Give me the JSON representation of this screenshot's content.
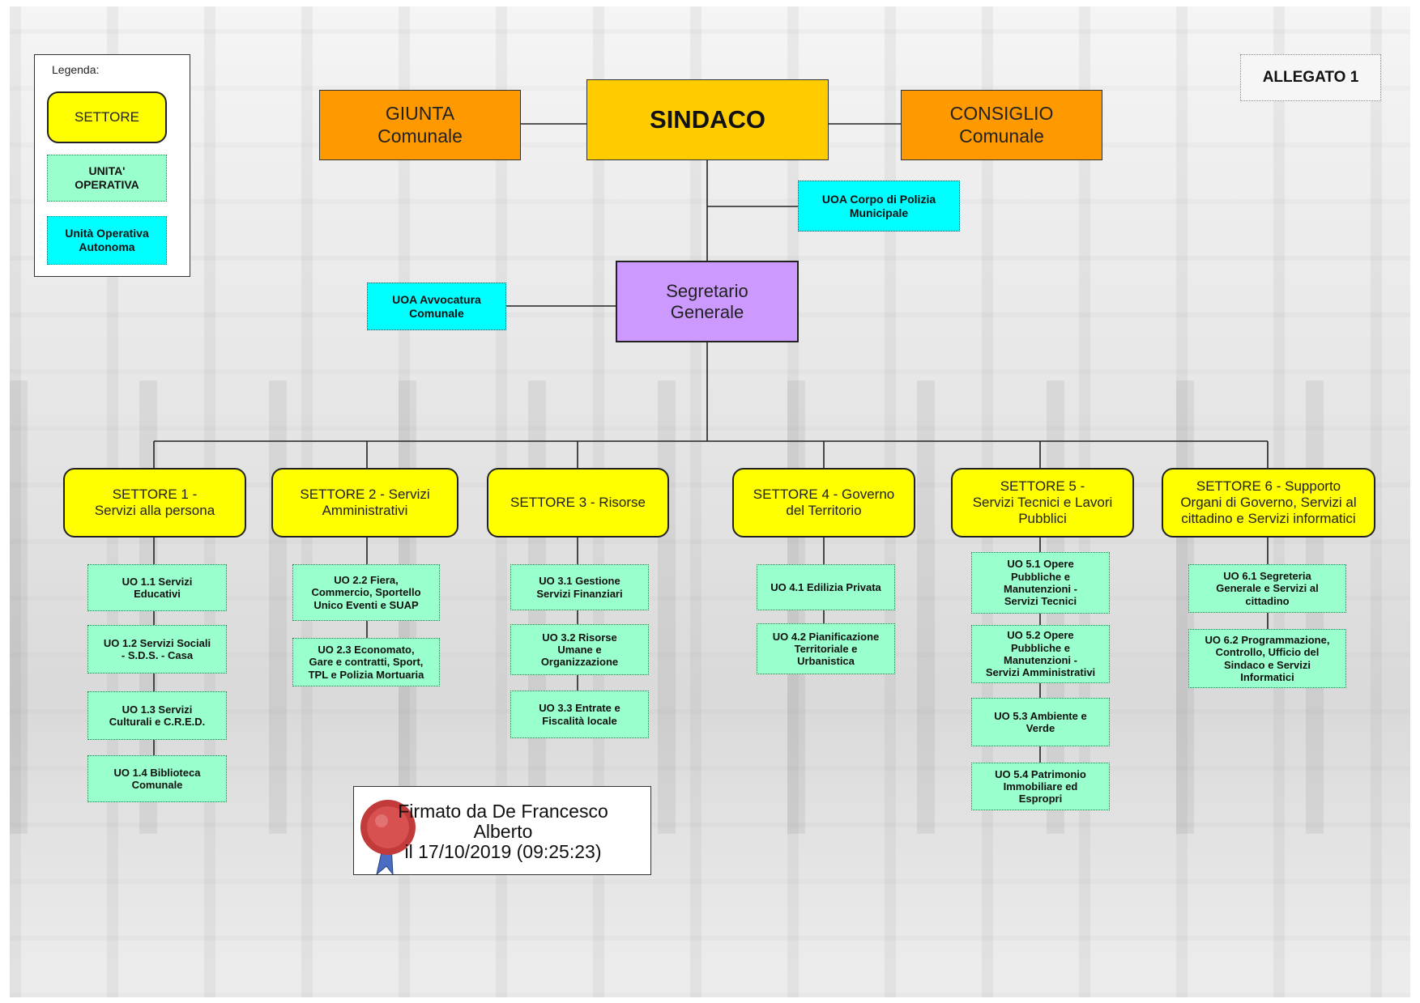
{
  "legend": {
    "title": "Legenda:",
    "settore": "SETTORE",
    "unita_operativa": "UNITA'\nOPERATIVA",
    "unita_autonoma": "Unità Operativa\nAutonoma"
  },
  "allegato": "ALLEGATO 1",
  "top": {
    "giunta": "GIUNTA\nComunale",
    "sindaco": "SINDACO",
    "consiglio": "CONSIGLIO\nComunale",
    "uoa_polizia": "UOA Corpo di Polizia\nMunicipale",
    "segretario": "Segretario\nGenerale",
    "uoa_avvocatura": "UOA Avvocatura\nComunale"
  },
  "settori": [
    {
      "label": "SETTORE 1 -\nServizi alla persona",
      "uo": [
        "UO 1.1 Servizi\nEducativi",
        "UO 1.2 Servizi Sociali\n- S.D.S. - Casa",
        "UO 1.3 Servizi\nCulturali e C.R.E.D.",
        "UO 1.4 Biblioteca\nComunale"
      ]
    },
    {
      "label": "SETTORE 2 - Servizi\nAmministrativi",
      "uo": [
        "UO 2.2 Fiera,\nCommercio, Sportello\nUnico Eventi e SUAP",
        "UO 2.3 Economato,\nGare e contratti, Sport,\nTPL e Polizia Mortuaria"
      ]
    },
    {
      "label": "SETTORE 3 - Risorse",
      "uo": [
        "UO 3.1 Gestione\nServizi Finanziari",
        "UO 3.2 Risorse\nUmane e\nOrganizzazione",
        "UO 3.3 Entrate e\nFiscalità locale"
      ]
    },
    {
      "label": "SETTORE 4 - Governo\ndel Territorio",
      "uo": [
        "UO 4.1 Edilizia Privata",
        "UO 4.2 Pianificazione\nTerritoriale e\nUrbanistica"
      ]
    },
    {
      "label": "SETTORE 5 -\nServizi Tecnici e Lavori\nPubblici",
      "uo": [
        "UO 5.1 Opere\nPubbliche e\nManutenzioni -\nServizi Tecnici",
        "UO 5.2 Opere\nPubbliche e\nManutenzioni -\nServizi Amministrativi",
        "UO 5.3 Ambiente e\nVerde",
        "UO 5.4 Patrimonio\nImmobiliare ed\nEspropri"
      ]
    },
    {
      "label": "SETTORE 6 - Supporto\nOrgani di Governo, Servizi al\ncittadino e Servizi informatici",
      "uo": [
        "UO 6.1 Segreteria\nGenerale e Servizi al\ncittadino",
        "UO 6.2 Programmazione,\nControllo, Ufficio del\nSindaco e Servizi\nInformatici"
      ]
    }
  ],
  "signature": {
    "text": "Firmato da De Francesco\nAlberto\nil 17/10/2019 (09:25:23)"
  },
  "colors": {
    "settore": "#ffff00",
    "unita_operativa": "#99ffcc",
    "unita_autonoma": "#00ffff",
    "organo": "#ff9900",
    "sindaco": "#ffcc00",
    "segretario": "#cc99ff"
  }
}
